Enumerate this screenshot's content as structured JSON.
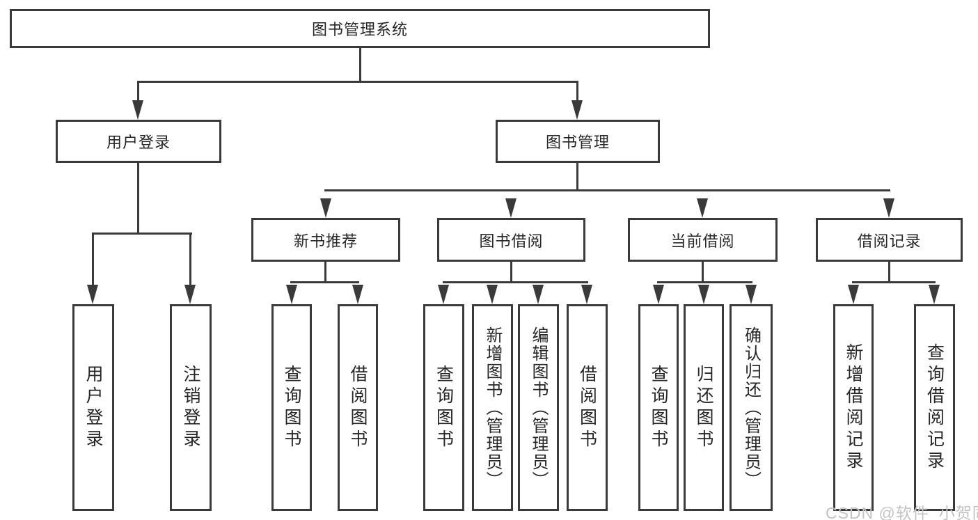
{
  "diagram_title": "图书管理系统",
  "nodes": {
    "root": "图书管理系统",
    "user_login": "用户登录",
    "book_management": "图书管理",
    "new_book_recommend": "新书推荐",
    "book_borrowing": "图书借阅",
    "current_borrowing": "当前借阅",
    "borrowing_records": "借阅记录",
    "leaf_user_login": "用户登录",
    "leaf_logout": "注销登录",
    "leaf_query_books_recommend": "查询图书",
    "leaf_borrow_books_recommend": "借阅图书",
    "leaf_query_books_borrowing": "查询图书",
    "leaf_add_books_admin": "新增图书（管理员）",
    "leaf_edit_books_admin": "编辑图书（管理员）",
    "leaf_borrow_books_borrowing": "借阅图书",
    "leaf_query_books_current": "查询图书",
    "leaf_return_books": "归还图书",
    "leaf_confirm_return_admin": "确认归还（管理员）",
    "leaf_add_borrow_record": "新增借阅记录",
    "leaf_query_borrow_record": "查询借阅记录"
  },
  "hierarchy": {
    "图书管理系统": {
      "用户登录": [
        "用户登录",
        "注销登录"
      ],
      "图书管理": {
        "新书推荐": [
          "查询图书",
          "借阅图书"
        ],
        "图书借阅": [
          "查询图书",
          "新增图书（管理员）",
          "编辑图书（管理员）",
          "借阅图书"
        ],
        "当前借阅": [
          "查询图书",
          "归还图书",
          "确认归还（管理员）"
        ],
        "借阅记录": [
          "新增借阅记录",
          "查询借阅记录"
        ]
      }
    }
  },
  "colors": {
    "line": "#3a3a3a",
    "text": "#262626",
    "watermark": "#c3c3c3",
    "background": "#ffffff"
  },
  "watermark": "CSDN @软件_小贺同学"
}
